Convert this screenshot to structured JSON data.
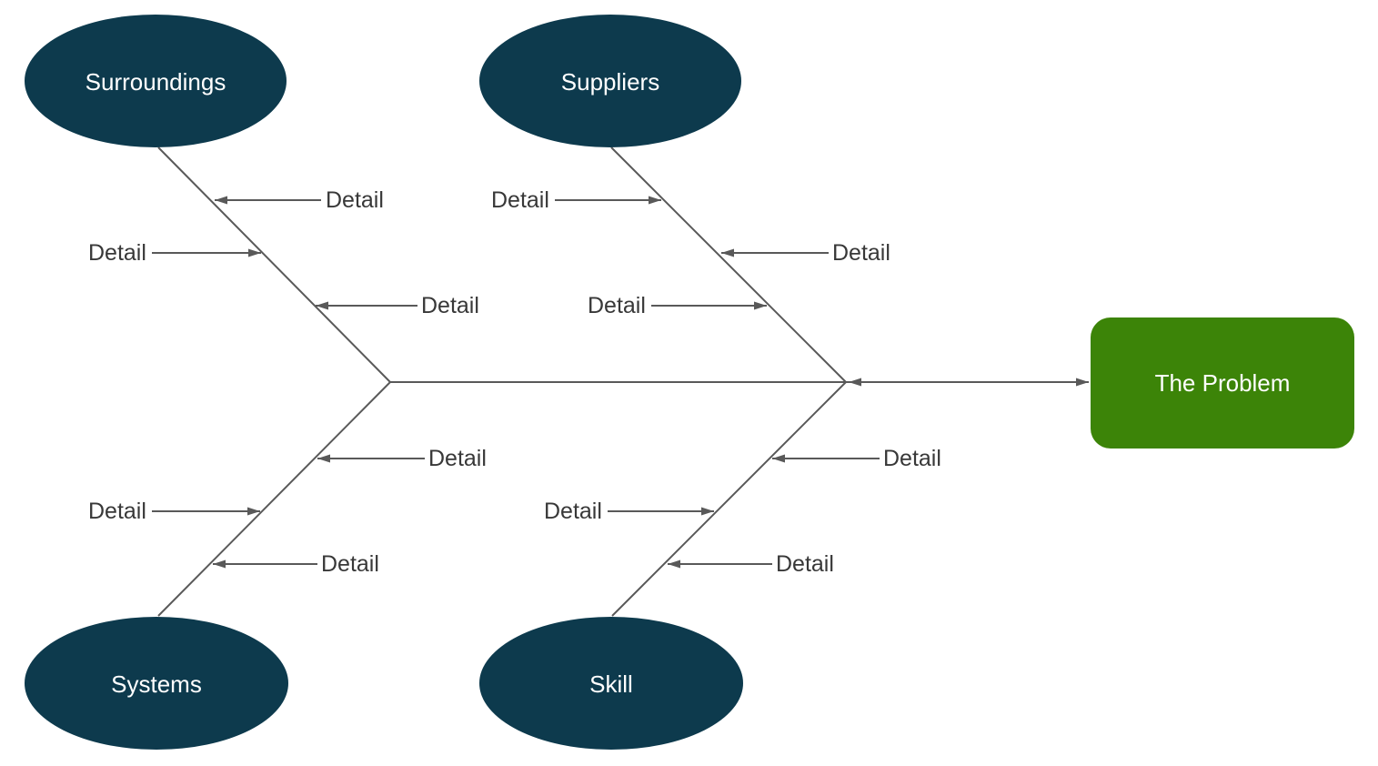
{
  "diagram_type": "fishbone",
  "problem": {
    "label": "The Problem"
  },
  "categories": [
    {
      "id": "surroundings",
      "label": "Surroundings",
      "position": "top-left",
      "details": [
        "Detail",
        "Detail",
        "Detail"
      ]
    },
    {
      "id": "suppliers",
      "label": "Suppliers",
      "position": "top-right",
      "details": [
        "Detail",
        "Detail",
        "Detail"
      ]
    },
    {
      "id": "systems",
      "label": "Systems",
      "position": "bottom-left",
      "details": [
        "Detail",
        "Detail",
        "Detail"
      ]
    },
    {
      "id": "skill",
      "label": "Skill",
      "position": "bottom-right",
      "details": [
        "Detail",
        "Detail",
        "Detail"
      ]
    }
  ],
  "colors": {
    "category_fill": "#0d3a4d",
    "problem_fill": "#3c8408",
    "node_text": "#ffffff",
    "line": "#595959",
    "detail_text": "#383838",
    "background": "#ffffff"
  }
}
